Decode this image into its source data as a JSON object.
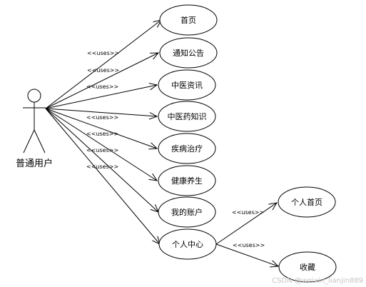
{
  "actor": {
    "name": "普通用户"
  },
  "relation_label": "<<uses>>",
  "use_cases": [
    {
      "id": "home",
      "label": "首页"
    },
    {
      "id": "notice",
      "label": "通知公告"
    },
    {
      "id": "tcm_news",
      "label": "中医资讯"
    },
    {
      "id": "tcm_drug",
      "label": "中医药知识"
    },
    {
      "id": "disease",
      "label": "疾病治疗"
    },
    {
      "id": "health",
      "label": "健康养生"
    },
    {
      "id": "account",
      "label": "我的账户"
    },
    {
      "id": "center",
      "label": "个人中心"
    }
  ],
  "sub_use_cases": [
    {
      "id": "personal_home",
      "label": "个人首页"
    },
    {
      "id": "favorites",
      "label": "收藏"
    }
  ],
  "watermark": "CSDN @weixin_lianjin889"
}
